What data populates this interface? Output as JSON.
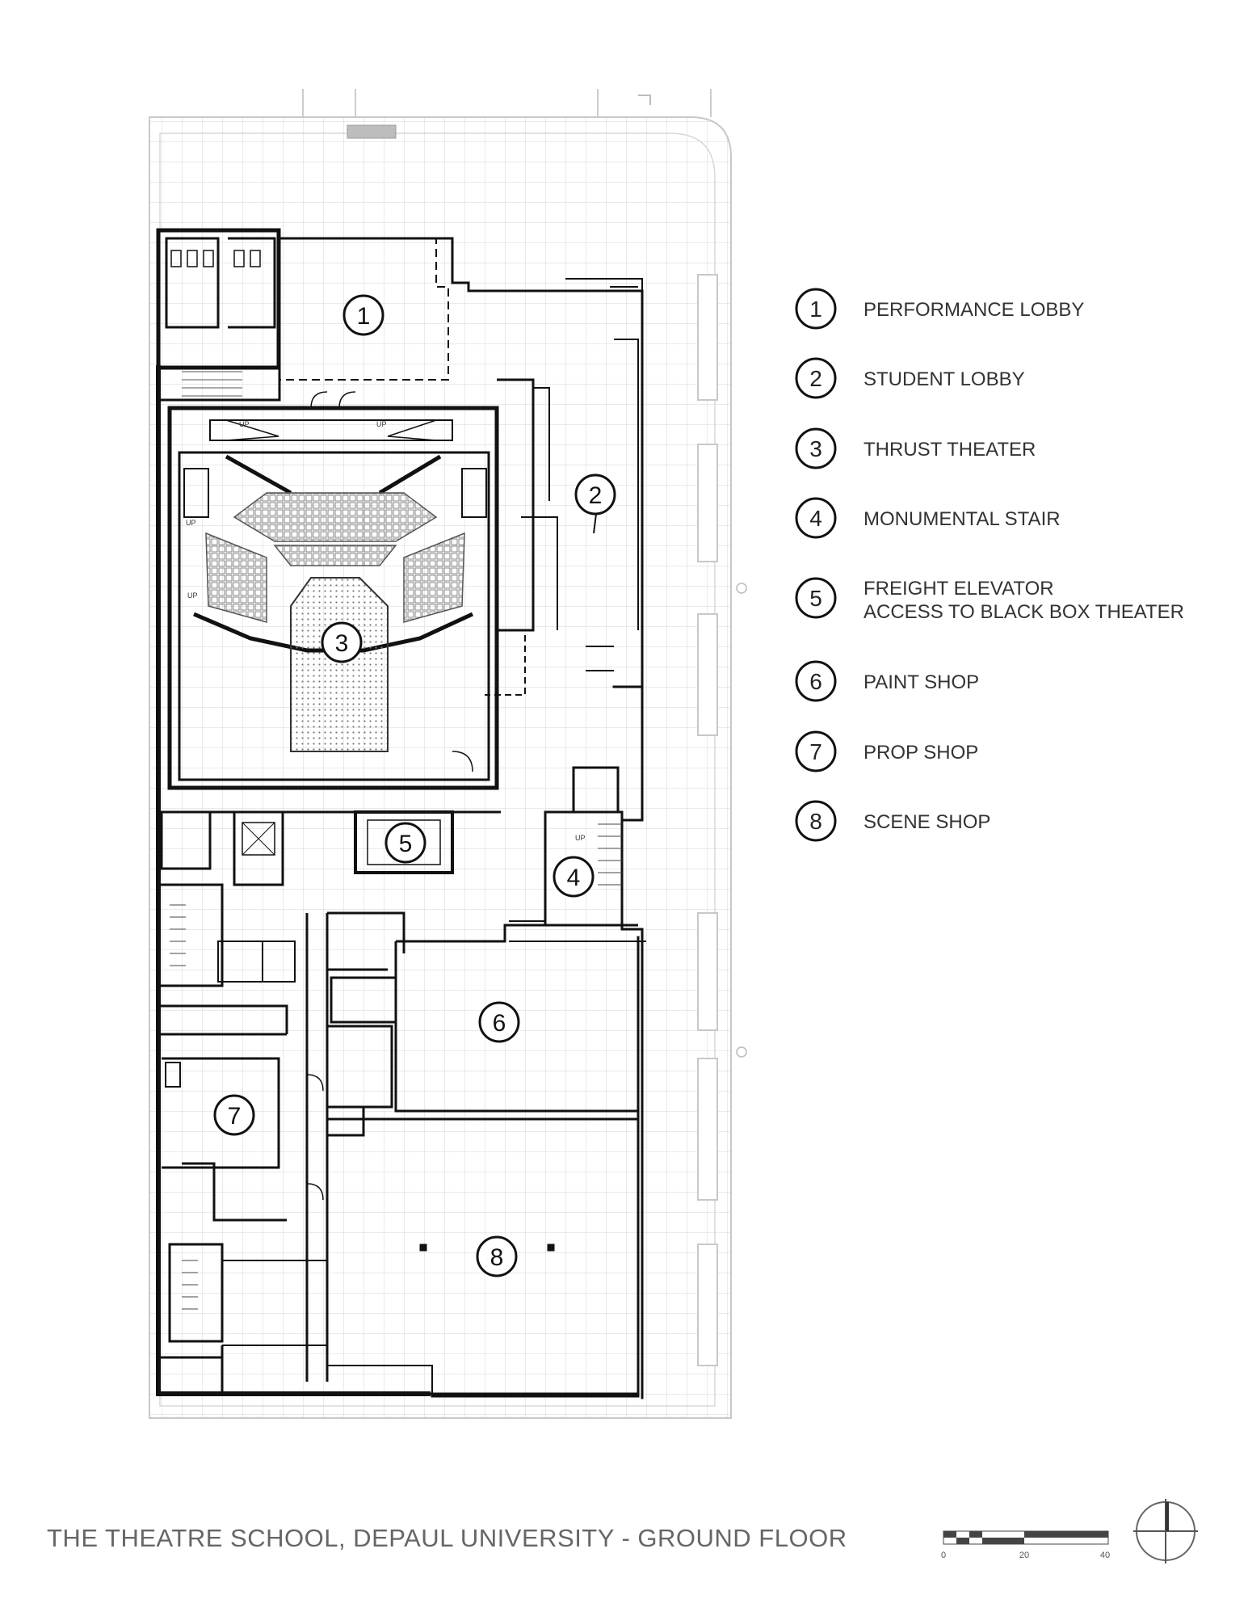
{
  "title": "THE THEATRE SCHOOL, DEPAUL UNIVERSITY  - GROUND FLOOR",
  "legend": [
    {
      "num": "1",
      "lines": [
        "PERFORMANCE LOBBY"
      ]
    },
    {
      "num": "2",
      "lines": [
        "STUDENT LOBBY"
      ]
    },
    {
      "num": "3",
      "lines": [
        "THRUST THEATER"
      ]
    },
    {
      "num": "4",
      "lines": [
        "MONUMENTAL STAIR"
      ]
    },
    {
      "num": "5",
      "lines": [
        "FREIGHT ELEVATOR",
        "ACCESS TO BLACK BOX THEATER"
      ]
    },
    {
      "num": "6",
      "lines": [
        "PAINT SHOP"
      ]
    },
    {
      "num": "7",
      "lines": [
        "PROP SHOP"
      ]
    },
    {
      "num": "8",
      "lines": [
        "SCENE SHOP"
      ]
    }
  ],
  "rooms": [
    "1",
    "2",
    "3",
    "4",
    "5",
    "6",
    "7",
    "8"
  ],
  "scale_bar": {
    "labels": [
      "0",
      "20",
      "40"
    ]
  },
  "stair_markers": [
    "UP",
    "UP",
    "UP",
    "UP",
    "UP"
  ],
  "icons": [
    "north-arrow-icon",
    "scale-bar-icon"
  ]
}
